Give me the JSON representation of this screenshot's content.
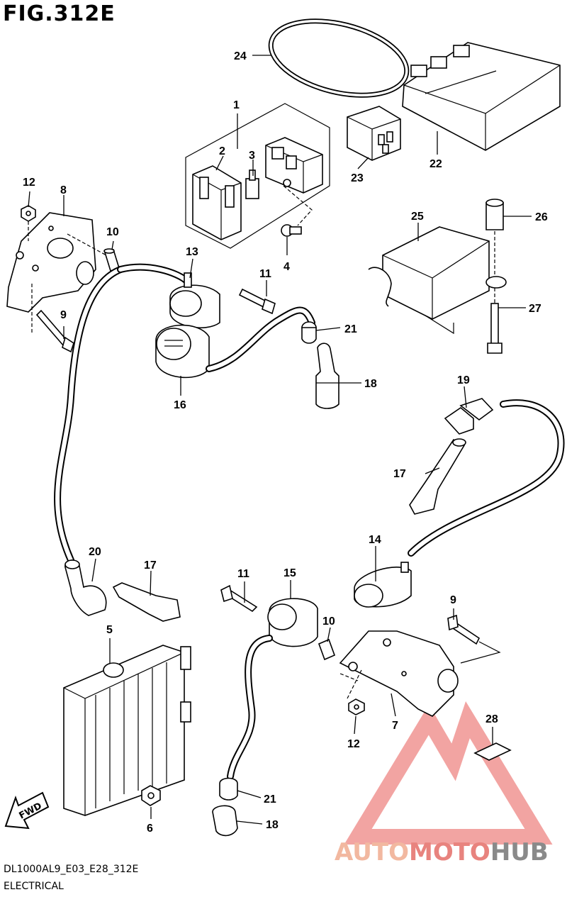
{
  "figure": {
    "title": "FIG.312E"
  },
  "footer": {
    "code": "DL1000AL9_E03_E28_312E",
    "title": "ELECTRICAL"
  },
  "watermark": {
    "text_part1": "AUTO",
    "text_part2": "MOTO",
    "text_part3": "HUB",
    "color1": "#f2b8a0",
    "color2": "#e8837e",
    "color3": "#8a8a8a"
  },
  "fwd_badge": {
    "label": "FWD"
  },
  "callouts": {
    "c1": "1",
    "c2": "2",
    "c3": "3",
    "c4": "4",
    "c5": "5",
    "c6": "6",
    "c7": "7",
    "c8": "8",
    "c9a": "9",
    "c9b": "9",
    "c10a": "10",
    "c10b": "10",
    "c11a": "11",
    "c11b": "11",
    "c12a": "12",
    "c12b": "12",
    "c13": "13",
    "c14": "14",
    "c15": "15",
    "c16": "16",
    "c17a": "17",
    "c17b": "17",
    "c18a": "18",
    "c18b": "18",
    "c19": "19",
    "c20": "20",
    "c21a": "21",
    "c21b": "21",
    "c22": "22",
    "c23": "23",
    "c24": "24",
    "c25": "25",
    "c26": "26",
    "c27": "27",
    "c28": "28"
  }
}
